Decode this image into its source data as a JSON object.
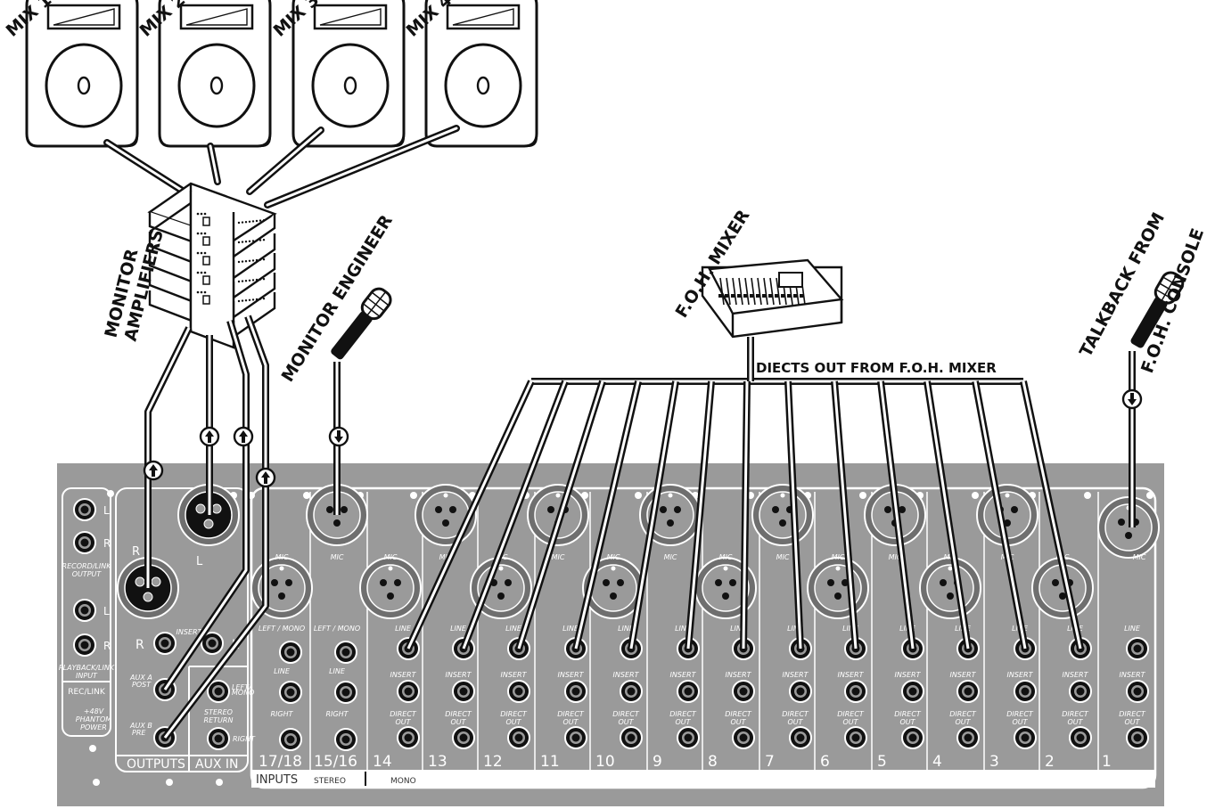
{
  "speakers": [
    {
      "id": "mix1",
      "label": "MIX 1"
    },
    {
      "id": "mix2",
      "label": "MIX 2"
    },
    {
      "id": "mix3",
      "label": "MIX 3"
    },
    {
      "id": "mix4",
      "label": "MIX 4"
    }
  ],
  "labels": {
    "monitor_amplifiers_line1": "MONITOR",
    "monitor_amplifiers_line2": "AMPLIFIERS",
    "monitor_engineer": "MONITOR ENGINEER",
    "foh_mixer": "F.O.H. MIXER",
    "directs_out": "DIECTS OUT FROM F.O.H. MIXER",
    "talkback_line1": "TALKBACK FROM",
    "talkback_line2": "F.O.H. CONSOLE"
  },
  "panel": {
    "rec_link": {
      "jacks": [
        "L",
        "R",
        "L",
        "R"
      ],
      "record_link_output": [
        "RECORD/LINK",
        "OUTPUT"
      ],
      "playback_link_input": [
        "PLAYBACK/LINK",
        "INPUT"
      ],
      "footer": "REC/LINK",
      "phantom": [
        "+48V",
        "PHANTOM",
        "POWER"
      ]
    },
    "outputs": {
      "xlr_r": "R",
      "xlr_l": "L",
      "insert_r": "R",
      "insert_label": "INSERT",
      "insert_l": "L",
      "aux_a": [
        "AUX A",
        "POST"
      ],
      "aux_b": [
        "AUX B",
        "PRE"
      ],
      "footer": "OUTPUTS"
    },
    "aux_in": {
      "left_mono": [
        "LEFT/",
        "MONO"
      ],
      "stereo_return": [
        "STEREO",
        "RETURN"
      ],
      "right": "RIGHT",
      "footer": "AUX IN"
    },
    "stereo_channels": [
      {
        "num": "17/18",
        "mic": "MIC",
        "left_mono": "LEFT / MONO",
        "line": "LINE",
        "right": "RIGHT"
      },
      {
        "num": "15/16",
        "mic": "MIC",
        "left_mono": "LEFT / MONO",
        "line": "LINE",
        "right": "RIGHT"
      }
    ],
    "mono_channels": [
      {
        "num": "14",
        "mic": "MIC",
        "line": "LINE",
        "insert": "INSERT",
        "direct": [
          "DIRECT",
          "OUT"
        ]
      },
      {
        "num": "13",
        "mic": "MIC",
        "line": "LINE",
        "insert": "INSERT",
        "direct": [
          "DIRECT",
          "OUT"
        ]
      },
      {
        "num": "12",
        "mic": "MIC",
        "line": "LINE",
        "insert": "INSERT",
        "direct": [
          "DIRECT",
          "OUT"
        ]
      },
      {
        "num": "11",
        "mic": "MIC",
        "line": "LINE",
        "insert": "INSERT",
        "direct": [
          "DIRECT",
          "OUT"
        ]
      },
      {
        "num": "10",
        "mic": "MIC",
        "line": "LINE",
        "insert": "INSERT",
        "direct": [
          "DIRECT",
          "OUT"
        ]
      },
      {
        "num": "9",
        "mic": "MIC",
        "line": "LINE",
        "insert": "INSERT",
        "direct": [
          "DIRECT",
          "OUT"
        ]
      },
      {
        "num": "8",
        "mic": "MIC",
        "line": "LINE",
        "insert": "INSERT",
        "direct": [
          "DIRECT",
          "OUT"
        ]
      },
      {
        "num": "7",
        "mic": "MIC",
        "line": "LINE",
        "insert": "INSERT",
        "direct": [
          "DIRECT",
          "OUT"
        ]
      },
      {
        "num": "6",
        "mic": "MIC",
        "line": "LINE",
        "insert": "INSERT",
        "direct": [
          "DIRECT",
          "OUT"
        ]
      },
      {
        "num": "5",
        "mic": "MIC",
        "line": "LINE",
        "insert": "INSERT",
        "direct": [
          "DIRECT",
          "OUT"
        ]
      },
      {
        "num": "4",
        "mic": "MIC",
        "line": "LINE",
        "insert": "INSERT",
        "direct": [
          "DIRECT",
          "OUT"
        ]
      },
      {
        "num": "3",
        "mic": "MIC",
        "line": "LINE",
        "insert": "INSERT",
        "direct": [
          "DIRECT",
          "OUT"
        ]
      },
      {
        "num": "2",
        "mic": "MIC",
        "line": "LINE",
        "insert": "INSERT",
        "direct": [
          "DIRECT",
          "OUT"
        ]
      },
      {
        "num": "1",
        "mic": "MIC",
        "line": "LINE",
        "insert": "INSERT",
        "direct": [
          "DIRECT",
          "OUT"
        ]
      }
    ],
    "footer": {
      "inputs": "INPUTS",
      "stereo": "STEREO",
      "mono": "MONO"
    }
  },
  "colors": {
    "panel": "#9a9a9a",
    "cable": "#111111",
    "panel_line": "#ffffff"
  }
}
